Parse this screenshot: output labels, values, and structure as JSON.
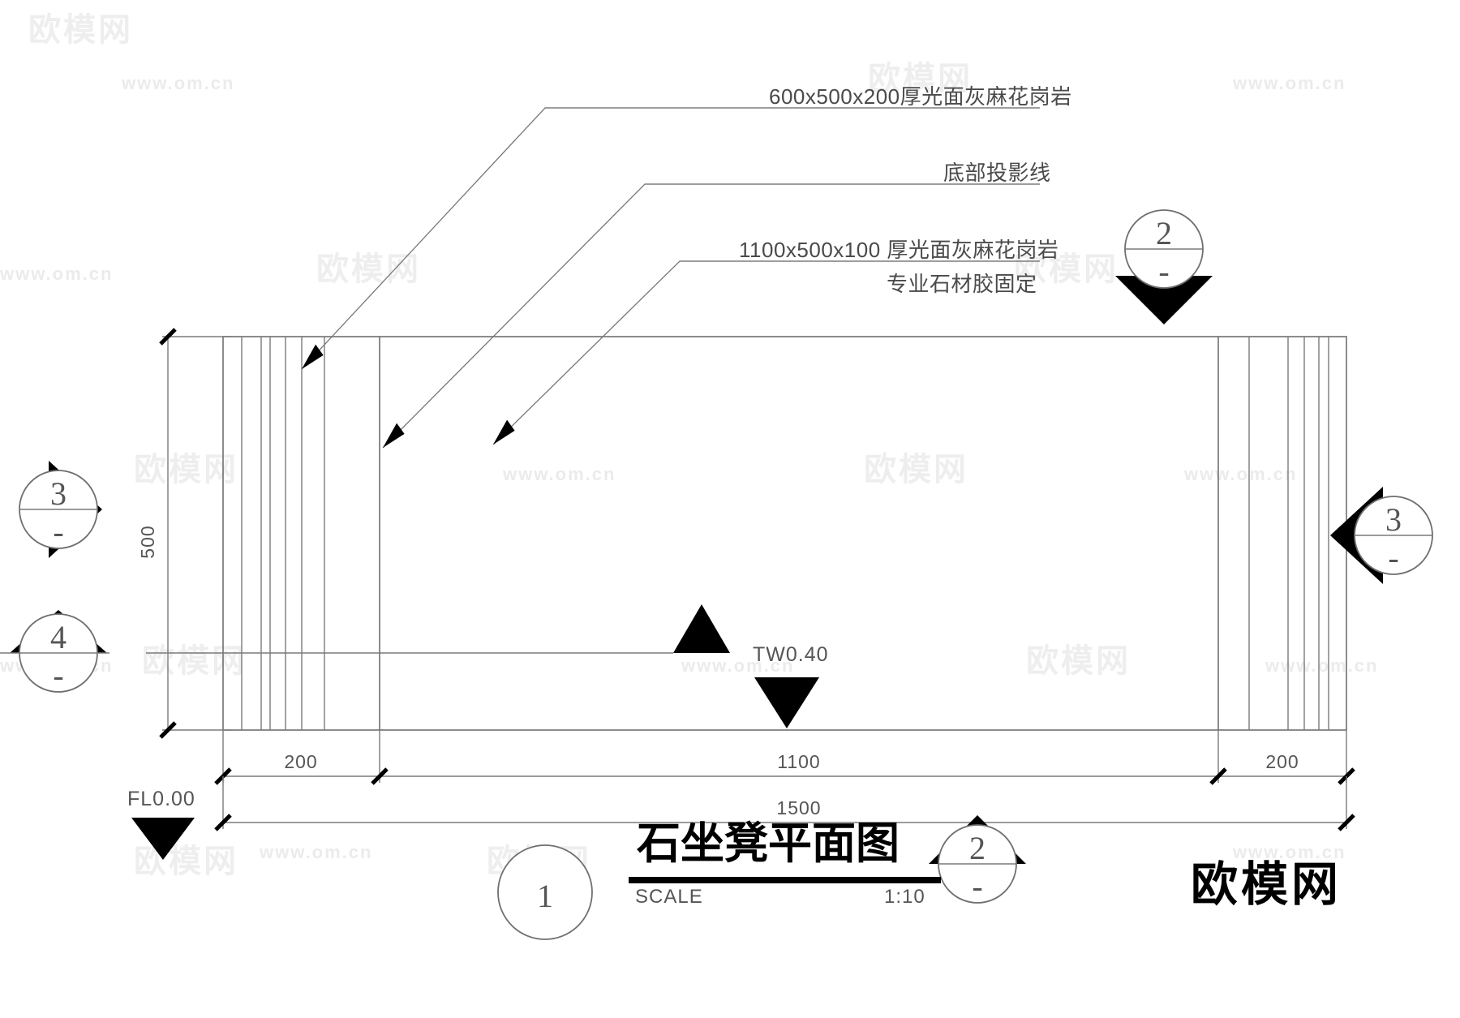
{
  "drawing": {
    "title": "石坐凳平面图",
    "scale_label": "SCALE",
    "scale_value": "1:10",
    "title_marker": "1",
    "annotations": [
      {
        "id": "a1",
        "text": "600x500x200厚光面灰麻花岗岩"
      },
      {
        "id": "a2",
        "text": "底部投影线"
      },
      {
        "id": "a3",
        "text": "1100x500x100 厚光面灰麻花岗岩"
      },
      {
        "id": "a4",
        "text": "专业石材胶固定"
      }
    ],
    "levels": [
      {
        "id": "tw",
        "text": "TW0.40"
      },
      {
        "id": "fl",
        "text": "FL0.00"
      }
    ],
    "dimensions": {
      "vertical": "500",
      "horizontal_segments": [
        "200",
        "1100",
        "200"
      ],
      "overall": "1500"
    },
    "section_markers": [
      {
        "id": "m-top-right",
        "number": "2",
        "dash": "-"
      },
      {
        "id": "m-left",
        "number": "3",
        "dash": "-"
      },
      {
        "id": "m-right",
        "number": "3",
        "dash": "-"
      },
      {
        "id": "m-left-lower",
        "number": "4",
        "dash": "-"
      },
      {
        "id": "m-bottom-right",
        "number": "2",
        "dash": "-"
      }
    ],
    "brand": "欧模网",
    "watermarks": {
      "url": "www.om.cn",
      "cn": "欧模网"
    },
    "colors": {
      "line": "#6f6f6f",
      "text": "#555555",
      "fill": "#000000",
      "background": "#ffffff",
      "watermark": "#ececec"
    }
  }
}
